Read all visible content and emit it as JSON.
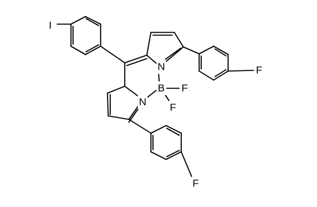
{
  "atom_labels": {
    "iodine": "I",
    "nitrogen_upper": "N",
    "nitrogen_lower": "N",
    "boron": "B",
    "fluorine_b_right": "F",
    "fluorine_b_lower": "F",
    "fluorine_upper_phenyl": "F",
    "fluorine_lower_phenyl": "F"
  },
  "colors": {
    "bond": "#000000",
    "text": "#000000",
    "background": "#ffffff"
  }
}
